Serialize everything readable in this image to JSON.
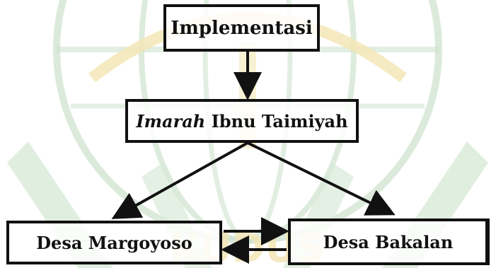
{
  "diagram": {
    "top_box": {
      "label": "Implementasi"
    },
    "middle_box": {
      "label_italic": "Imarah",
      "label_rest": "Ibnu Taimiyah"
    },
    "left_box": {
      "label": "Desa Margoyoso"
    },
    "right_box": {
      "label": "Desa Bakalan"
    },
    "watermark": {
      "text": "KUDUS",
      "colors": {
        "green": "#cfe3cf",
        "gold": "#f3e6b6"
      }
    },
    "colors": {
      "stroke": "#111111",
      "background": "#ffffff"
    }
  }
}
